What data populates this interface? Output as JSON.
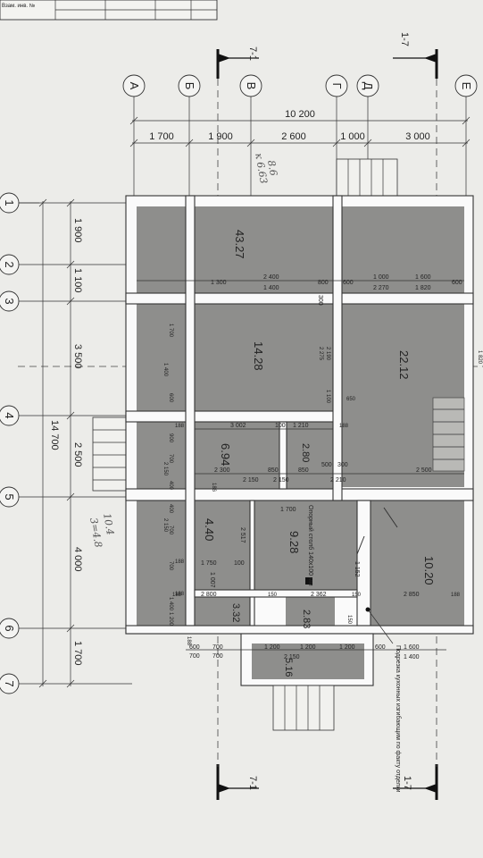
{
  "stamp_label": "Взам. инв. №",
  "section_marks": [
    "7-1",
    "1-7",
    "7-1",
    "1-7"
  ],
  "axes_letters": [
    "А",
    "Б",
    "В",
    "Г",
    "Д",
    "Е"
  ],
  "axes_numbers": [
    "1",
    "2",
    "3",
    "4",
    "5",
    "6",
    "7"
  ],
  "top_total": "10 200",
  "top_dims": [
    "1 700",
    "1 900",
    "2 600",
    "1 000",
    "3 000"
  ],
  "left_total": "14 700",
  "left_dims": [
    "1 900",
    "1 100",
    "3 500",
    "2 500",
    "4 000",
    "1 700"
  ],
  "room_areas": [
    "43.27",
    "14.28",
    "22.12",
    "6.94",
    "2.80",
    "4.40",
    "9.28",
    "10.20",
    "3.32",
    "2.83",
    "5.16"
  ],
  "inner_dims": {
    "row_a": [
      "1 300",
      "2 400",
      "1 400",
      "800",
      "600",
      "1 000",
      "2 270",
      "1 600",
      "1 820",
      "600",
      "300"
    ],
    "row_b": [
      "3 002",
      "100",
      "1 210",
      "188",
      "188"
    ],
    "row_c": [
      "2 300",
      "850",
      "850",
      "500",
      "300",
      "2 500",
      "2 150",
      "2 150",
      "2 210"
    ],
    "row_d": [
      "1 700",
      "2 517",
      "1 750",
      "100",
      "1 152",
      "1 007"
    ],
    "row_e": [
      "2 800",
      "150",
      "2 362",
      "150",
      "2 850",
      "188",
      "188"
    ],
    "row_f": [
      "600",
      "700",
      "700",
      "1 200",
      "1 200",
      "1 200",
      "600",
      "1 600",
      "1 400",
      "2 150",
      "700"
    ],
    "col_left": [
      "1 700",
      "1 400",
      "600",
      "900",
      "700",
      "2 150",
      "400",
      "400",
      "700",
      "2 150",
      "700",
      "1 400",
      "1 200",
      "188",
      "188",
      "186",
      "188"
    ],
    "mid_vert": [
      "2 190",
      "2 275",
      "1 100",
      "650",
      "1 820",
      "150"
    ]
  },
  "column_note": "Опорный столб 140х100 мм",
  "corner_note": "Подрезка кухонных изгибающим по факту отделки",
  "handwritten": [
    "8.6",
    "к 6.63",
    "10.4",
    "3=4.8"
  ]
}
